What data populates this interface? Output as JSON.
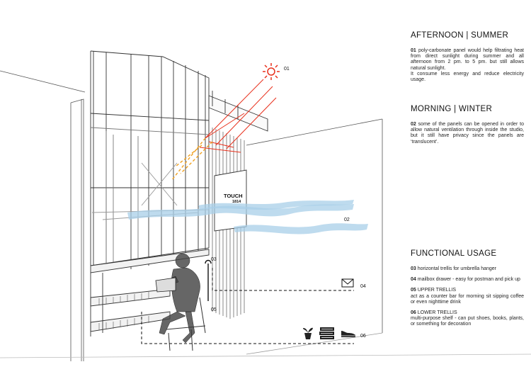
{
  "sections": {
    "afternoon": {
      "title": "AFTERNOON | SUMMER",
      "num": "01",
      "text": " poly-carbonate panel would help filtrating heat from direct sunlight during summer and all afternoon from 2 pm. to 5 pm. but still allows natural sunlight.",
      "text2": "It consume less energy and reduce electricity usage."
    },
    "morning": {
      "title": "MORNING | WINTER",
      "num": "02",
      "text": " some of the panels can be opened in order to allow natural ventilation through inside the studio, but it still have privacy since the panels are ‘translucent’."
    },
    "functional": {
      "title": "FUNCTIONAL USAGE",
      "items": [
        {
          "num": "03",
          "title": " horizontal trellis for umbrella hanger",
          "text": ""
        },
        {
          "num": "04",
          "title": " mailbox drawer - easy for postman and pick up",
          "text": ""
        },
        {
          "num": "05",
          "title": " UPPER TRELLIS",
          "text": "act as a counter bar for morning sit sipping coffee or even nighttime drink"
        },
        {
          "num": "06",
          "title": " LOWER TRELLIS",
          "text": "multi-purpose shelf - can put shoes, books, plants, or something for decoration"
        }
      ]
    }
  },
  "diagram": {
    "sign_line1": "TOUCH",
    "sign_line2": "1814",
    "callouts": {
      "c01": "01",
      "c02": "02",
      "c03": "03",
      "c04": "04",
      "c05": "05",
      "c06": "06"
    },
    "colors": {
      "sun": "#e8301c",
      "ray": "#e8301c",
      "reflected": "#f0a020",
      "wind": "#a8cfe8",
      "line": "#333333"
    },
    "icons": [
      "sun-icon",
      "mail-envelope-icon",
      "plant-pot-icon",
      "books-icon",
      "shoe-icon"
    ]
  }
}
